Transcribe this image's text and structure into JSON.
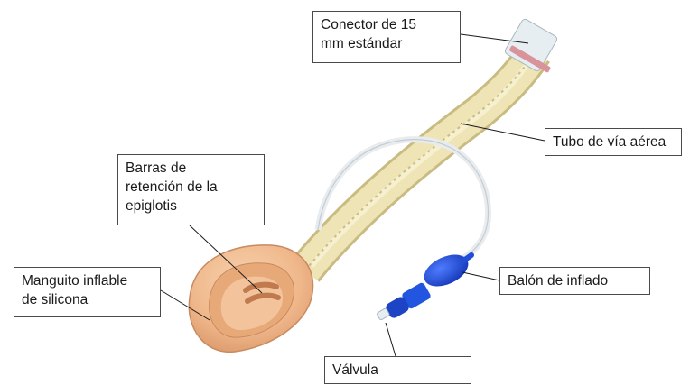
{
  "labels": {
    "connector": [
      "Conector de 15",
      "mm estándar"
    ],
    "airway_tube": [
      "Tubo de vía aérea"
    ],
    "epiglottis_bars": [
      "Barras de",
      "retención de la",
      "epiglotis"
    ],
    "cuff": [
      "Manguito inflable",
      "de silicona"
    ],
    "pilot_balloon": [
      "Balón de inflado"
    ],
    "valve": [
      "Válvula"
    ]
  },
  "colors": {
    "cuff": "#f0b98c",
    "tube": "#e9dfae",
    "pilot_balloon": "#1f4fd8",
    "connector": "#e6eef2",
    "connector_ring": "#d9939b",
    "leader_line": "#1a1a1a"
  }
}
